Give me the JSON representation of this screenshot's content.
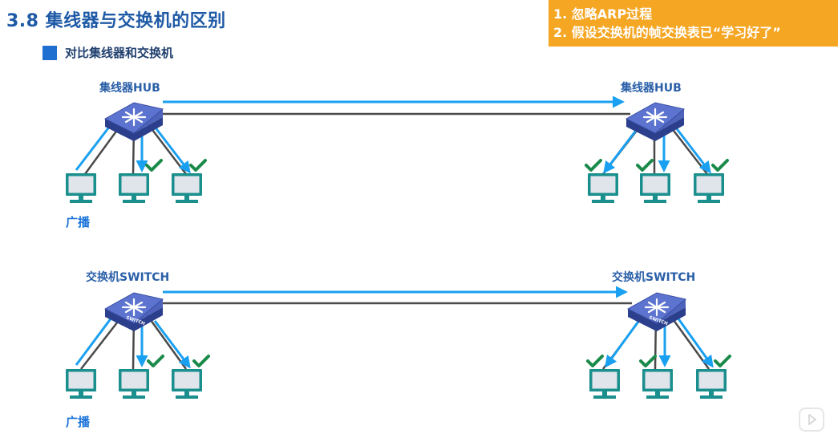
{
  "title": "3.8 集线器与交换机的区别",
  "subtitle": "对比集线器和交换机",
  "notes": [
    "1. 忽略ARP过程",
    "2. 假设交换机的帧交换表已“学习好了”"
  ],
  "hub_section": {
    "left_label": "集线器HUB",
    "right_label": "集线器HUB",
    "broadcast_label": "广播"
  },
  "switch_section": {
    "left_label": "交换机SWITCH",
    "right_label": "交换机SWITCH",
    "broadcast_label": "广播",
    "device_badge": "SWITCH"
  },
  "colors": {
    "accent": "#1f6fd1",
    "arrow": "#1aa0f0",
    "check": "#1a8a4a",
    "link": "#4a4a4a",
    "note_bg": "#f5a623"
  },
  "icons": [
    "hub-icon",
    "switch-icon",
    "computer-icon",
    "check-icon",
    "play-button-icon"
  ]
}
